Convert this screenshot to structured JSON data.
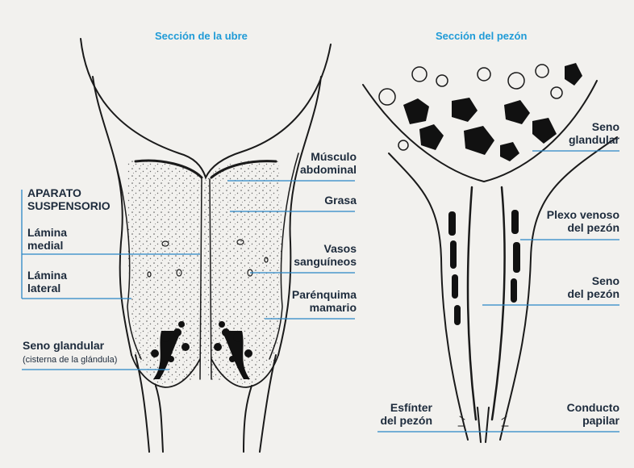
{
  "titles": {
    "udder": "Sección de la ubre",
    "teat": "Sección del pezón"
  },
  "udder_labels": {
    "musculo": [
      "Músculo",
      "abdominal"
    ],
    "grasa": "Grasa",
    "aparato": [
      "APARATO",
      "SUSPENSORIO"
    ],
    "lamina_medial": [
      "Lámina",
      "medial"
    ],
    "lamina_lateral": [
      "Lámina",
      "lateral"
    ],
    "vasos": [
      "Vasos",
      "sanguíneos"
    ],
    "parenquima": [
      "Parénquima",
      "mamario"
    ],
    "seno_glandular": "Seno glandular",
    "cisterna": "(cisterna de la glándula)"
  },
  "teat_labels": {
    "seno_glandular": [
      "Seno",
      "glandular"
    ],
    "plexo": [
      "Plexo venoso",
      "del pezón"
    ],
    "seno_pezon": [
      "Seno",
      "del pezón"
    ],
    "esfinter": [
      "Esfínter",
      "del pezón"
    ],
    "conducto": [
      "Conducto",
      "papilar"
    ]
  },
  "colors": {
    "title": "#1f9bd7",
    "leader": "#2a86c6",
    "label": "#1d2b3c",
    "ink": "#1a1a1a",
    "paper": "#f2f1ee"
  }
}
